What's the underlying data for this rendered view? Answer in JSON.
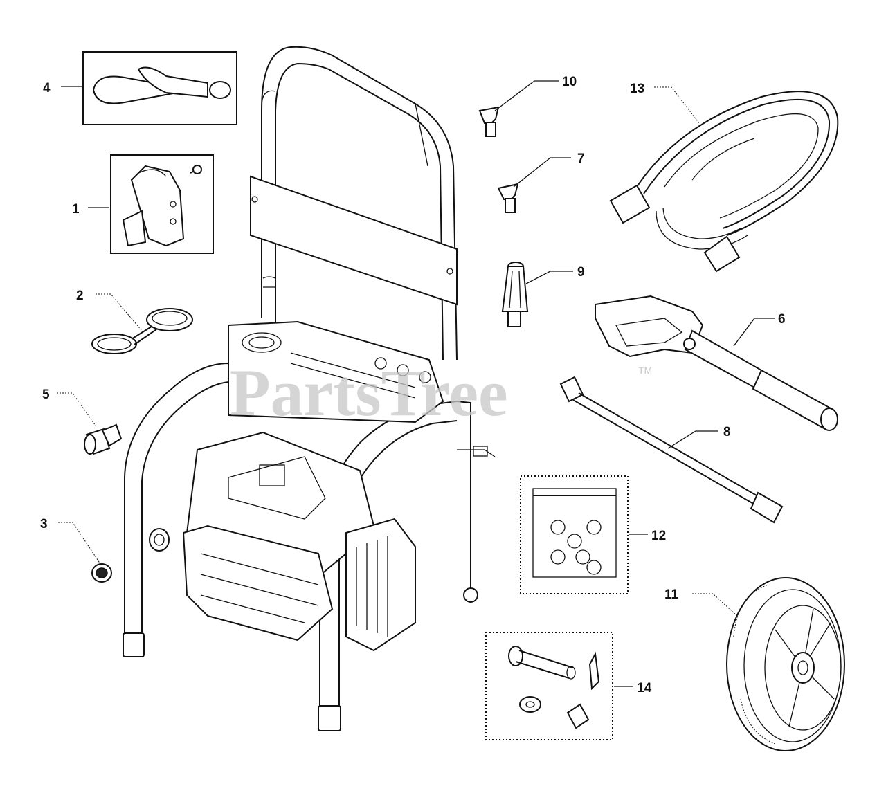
{
  "watermark": {
    "text": "PartsTree",
    "trademark": "TM"
  },
  "callouts": [
    {
      "id": "c1",
      "label": "1"
    },
    {
      "id": "c2",
      "label": "2"
    },
    {
      "id": "c3",
      "label": "3"
    },
    {
      "id": "c4",
      "label": "4"
    },
    {
      "id": "c5",
      "label": "5"
    },
    {
      "id": "c6",
      "label": "6"
    },
    {
      "id": "c7",
      "label": "7"
    },
    {
      "id": "c8",
      "label": "8"
    },
    {
      "id": "c9",
      "label": "9"
    },
    {
      "id": "c10",
      "label": "10"
    },
    {
      "id": "c11",
      "label": "11"
    },
    {
      "id": "c12",
      "label": "12"
    },
    {
      "id": "c13",
      "label": "13"
    },
    {
      "id": "c14",
      "label": "14"
    }
  ]
}
